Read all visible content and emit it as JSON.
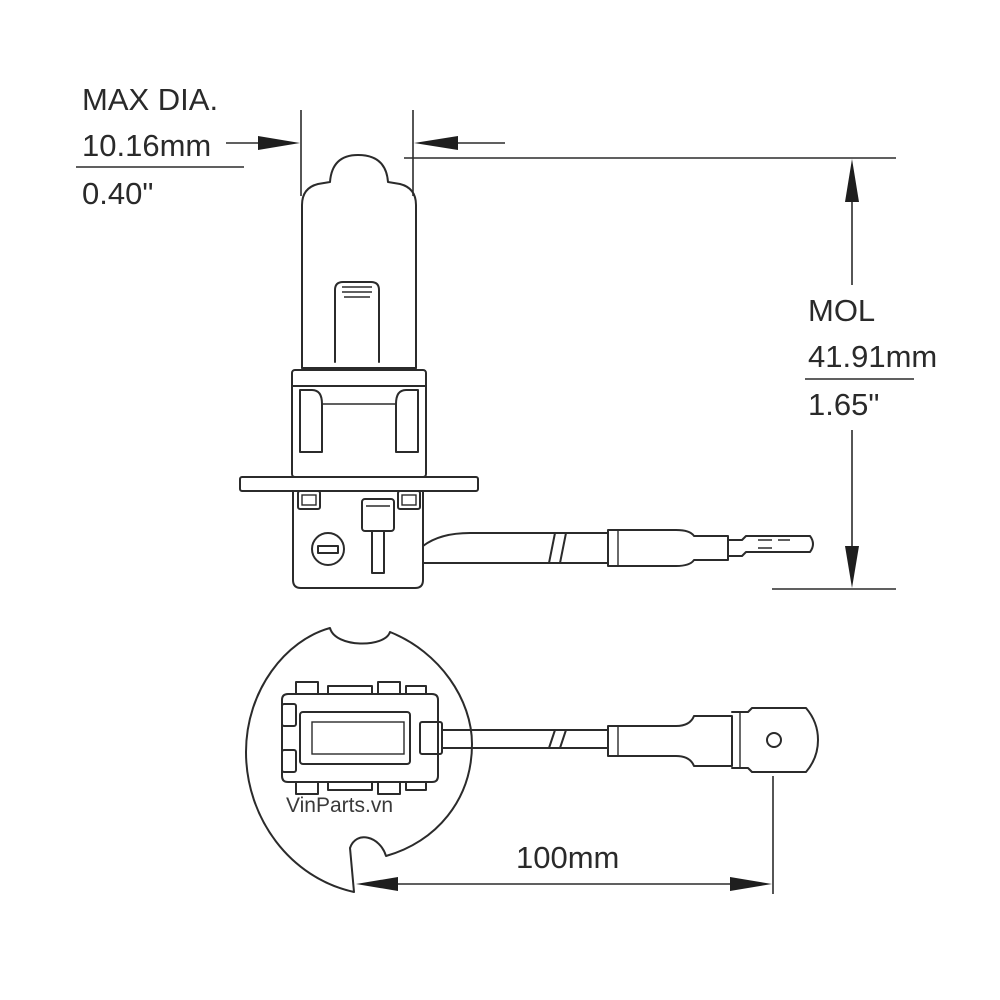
{
  "labels": {
    "max_dia_title": "MAX DIA.",
    "max_dia_mm": "10.16mm",
    "max_dia_in": "0.40\"",
    "mol_title": "MOL",
    "mol_mm": "41.91mm",
    "mol_in": "1.65\"",
    "lead_length": "100mm",
    "watermark": "VinParts.vn"
  },
  "colors": {
    "line": "#2b2b2b",
    "background": "#ffffff"
  }
}
